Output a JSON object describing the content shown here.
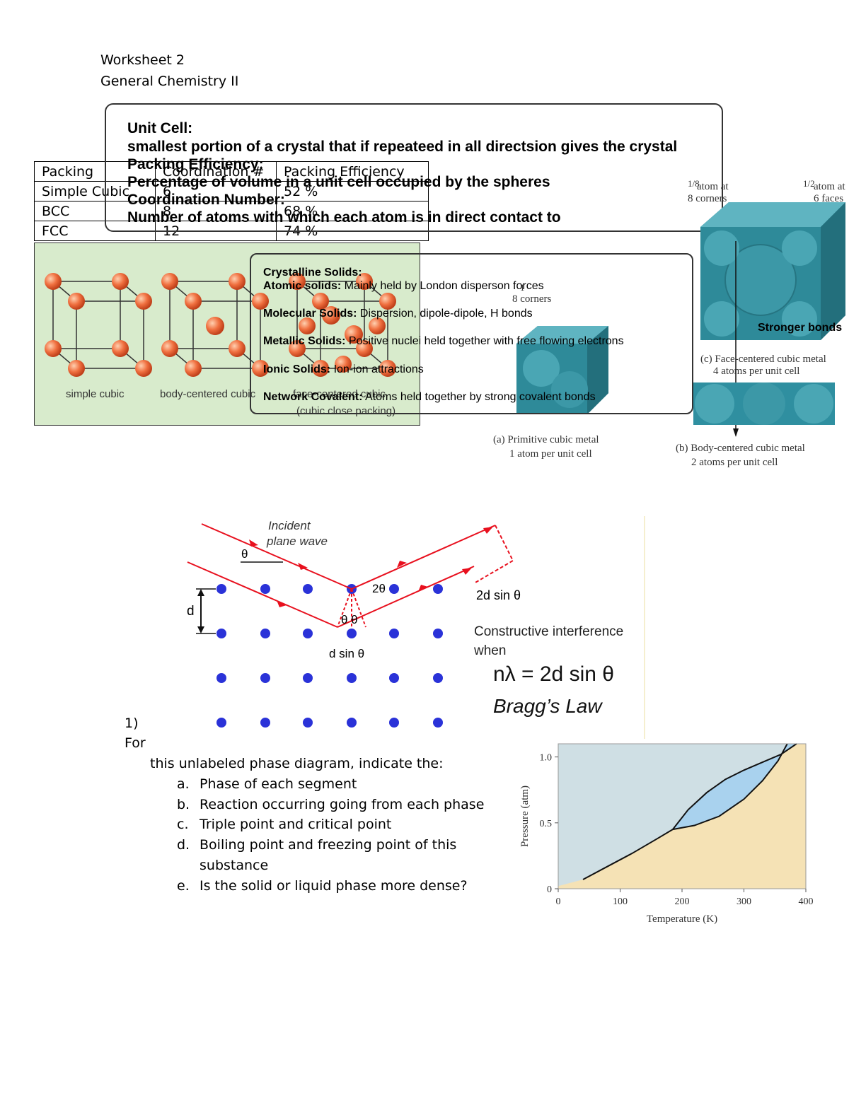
{
  "header": {
    "line1": "Worksheet 2",
    "line2": "General Chemistry II"
  },
  "definitions": {
    "unit_cell_title": "Unit Cell:",
    "unit_cell_text": "smallest portion of a crystal that if repeateed in all directsion gives the crystal",
    "packing_title": "Packing Efficiency:",
    "packing_text": "Percentage of volume in a unit cell occupied by the spheres",
    "coordination_title": "Coordination Number:",
    "coordination_text": "Number of atoms with which each atom is in direct contact to"
  },
  "packing_table": {
    "headers": [
      "Packing",
      "Coordination #",
      "Packing Efficiency"
    ],
    "rows": [
      [
        "Simple Cubic",
        "6",
        "52 %"
      ],
      [
        "BCC",
        "8",
        "68 %"
      ],
      [
        "FCC",
        "12",
        "74 %"
      ]
    ]
  },
  "lattice_panel": {
    "labels": [
      "simple cubic",
      "body-centered cubic",
      "face-centered cubic",
      "(cubic close packing)"
    ]
  },
  "crystalline_solids": {
    "title": "Crystalline Solids:",
    "items": [
      {
        "name": "Atomic solids:",
        "desc": " Mainly held by London disperson forces"
      },
      {
        "name": "Molecular Solids:",
        "desc": " Dispersion, dipole-dipole, H bonds"
      },
      {
        "name": "Metallic Solids:",
        "desc": " Positive nuclei held together with free flowing electrons"
      },
      {
        "name": "Ionic Solids:",
        "desc": " Ion-ion attractions"
      },
      {
        "name": "Network Covalent:",
        "desc": " Atoms held together by strong covalent bonds"
      }
    ]
  },
  "cube_figures": {
    "stronger_bonds": "Stronger bonds",
    "corner_label_a": "8 corners",
    "corner_frac_a": "1",
    "fcc_corner_label": "atom at",
    "fcc_corner_label2": "8 corners",
    "fcc_face_label": "atom at",
    "fcc_face_label2": "6 faces",
    "frac_corner": "1/8",
    "frac_face": "1/2",
    "caption_a1": "(a) Primitive cubic metal",
    "caption_a2": "1 atom per unit cell",
    "caption_b1": "(b) Body-centered cubic metal",
    "caption_b2": "2 atoms per unit cell",
    "caption_c1": "(c) Face-centered cubic metal",
    "caption_c2": "4 atoms per unit cell"
  },
  "bragg": {
    "incident1": "Incident",
    "incident2": "plane wave",
    "theta": "θ",
    "two_theta": "2θ",
    "theta_theta": "θ θ",
    "d": "d",
    "dsin": "d sin θ",
    "two_dsin": "2d sin θ",
    "constructive1": "Constructive interference",
    "constructive2": "when",
    "equation": "nλ = 2d sin θ",
    "law": "Bragg’s Law"
  },
  "question": {
    "number": "1)",
    "for": "For",
    "intro": "this unlabeled phase diagram, indicate the:",
    "items": [
      {
        "letter": "a.",
        "text": "Phase of each segment"
      },
      {
        "letter": "b.",
        "text": "Reaction occurring going from each phase"
      },
      {
        "letter": "c.",
        "text": "Triple point and critical point"
      },
      {
        "letter": "d.",
        "text": "Boiling point and freezing point of this"
      },
      {
        "letter": "",
        "text": "substance"
      },
      {
        "letter": "e.",
        "text": "Is the solid or liquid phase more dense?"
      }
    ]
  },
  "chart_data": {
    "type": "area",
    "title": "",
    "xlabel": "Temperature (K)",
    "ylabel": "Pressure (atm)",
    "xlim": [
      0,
      400
    ],
    "ylim": [
      0,
      1.1
    ],
    "xticks": [
      "0",
      "100",
      "200",
      "300",
      "400"
    ],
    "yticks": [
      "0",
      "0.5",
      "1.0"
    ],
    "grid": false,
    "colors": {
      "solid": "#cfdfe4",
      "liquid": "#a9d2ee",
      "gas": "#f5e2b5"
    },
    "series": [
      {
        "x": [
          40,
          80,
          120,
          160,
          185
        ],
        "y": [
          0.07,
          0.17,
          0.27,
          0.38,
          0.45
        ]
      },
      {
        "x": [
          185,
          210,
          240,
          270,
          300,
          330,
          360,
          385
        ],
        "y": [
          0.45,
          0.6,
          0.73,
          0.83,
          0.9,
          0.96,
          1.02,
          1.1
        ]
      },
      {
        "x": [
          185,
          220,
          260,
          300,
          330,
          355,
          370
        ],
        "y": [
          0.45,
          0.48,
          0.55,
          0.68,
          0.82,
          0.97,
          1.1
        ]
      }
    ]
  }
}
